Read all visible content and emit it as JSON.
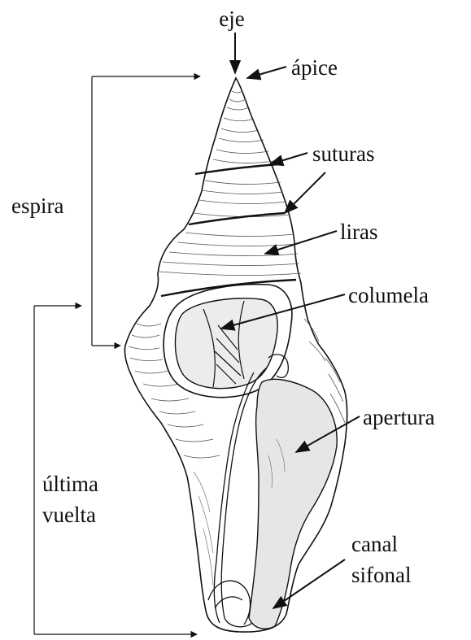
{
  "labels": {
    "axis": "eje",
    "apex": "ápice",
    "sutures": "suturas",
    "spire": "espira",
    "lirae": "liras",
    "columella": "columela",
    "aperture": "apertura",
    "last_whorl_line1": "última",
    "last_whorl_line2": "vuelta",
    "siphonal_canal_line1": "canal",
    "siphonal_canal_line2": "sifonal"
  },
  "colors": {
    "ink": "#111111",
    "shell_fill": "#ffffff",
    "aperture_fill": "#e6e6e6"
  }
}
